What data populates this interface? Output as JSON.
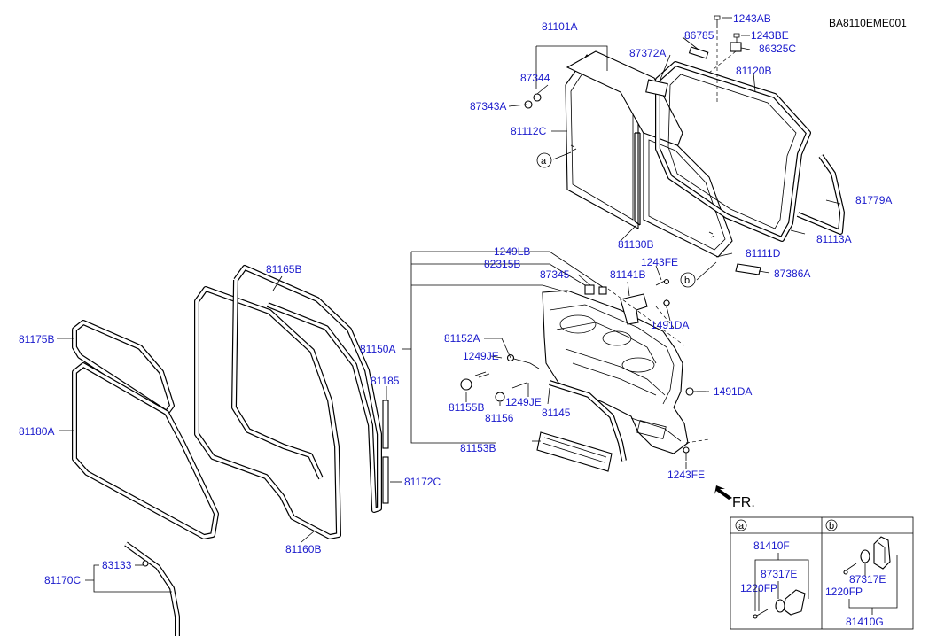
{
  "diagram_code": "BA8110EME001",
  "direction_label": "FR.",
  "labels": {
    "p81101A": "81101A",
    "p1243AB": "1243AB",
    "p86785": "86785",
    "p1243BE": "1243BE",
    "p86325C": "86325C",
    "p87372A": "87372A",
    "p81120B": "81120B",
    "p87344": "87344",
    "p87343A": "87343A",
    "p81112C": "81112C",
    "p81779A": "81779A",
    "p81130B": "81130B",
    "p81113A": "81113A",
    "p81111D": "81111D",
    "p1249LB": "1249LB",
    "p82315B": "82315B",
    "p1243FE_top": "1243FE",
    "p87345": "87345",
    "p81141B": "81141B",
    "p87386A": "87386A",
    "p81165B": "81165B",
    "p1491DA_a": "1491DA",
    "p81175B": "81175B",
    "p81150A": "81150A",
    "p81152A": "81152A",
    "p1249JE_a": "1249JE",
    "p81185": "81185",
    "p1491DA_b": "1491DA",
    "p81155B": "81155B",
    "p81156": "81156",
    "p1249JE_b": "1249JE",
    "p81145": "81145",
    "p81180A": "81180A",
    "p81153B": "81153B",
    "p81172C": "81172C",
    "p1243FE_bot": "1243FE",
    "p81160B": "81160B",
    "p83133": "83133",
    "p81170C": "81170C"
  },
  "callouts": {
    "a": "a",
    "b": "b"
  },
  "inset": {
    "a": {
      "tag": "a",
      "p81410F": "81410F",
      "p87317E": "87317E",
      "p1220FP": "1220FP"
    },
    "b": {
      "tag": "b",
      "p87317E": "87317E",
      "p1220FP": "1220FP",
      "p81410G": "81410G"
    }
  }
}
